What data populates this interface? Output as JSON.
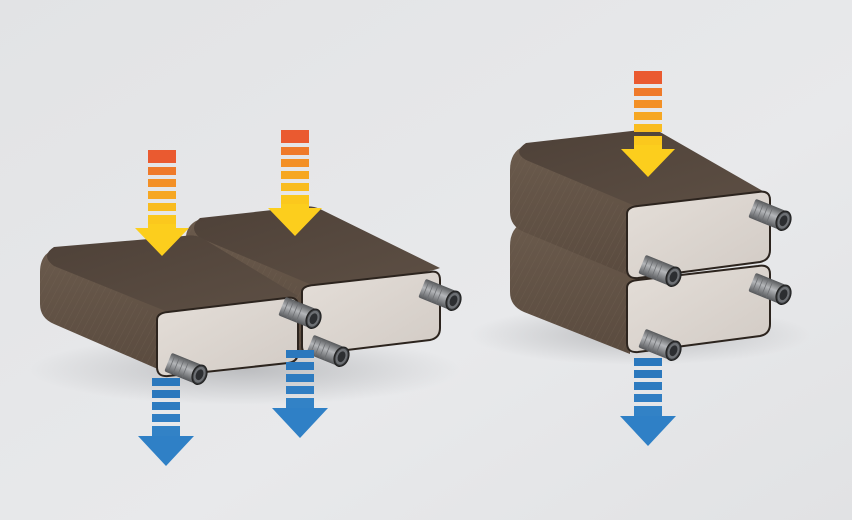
{
  "colors": {
    "background": "#e6e7e9",
    "plate_body": "#5e5044",
    "plate_top": "#5a4c41",
    "plate_face": "#ddd6d0",
    "port": "#8b8d90",
    "heat_in_start": "#ea5630",
    "heat_in_end": "#fcd21d",
    "coolant_out_start": "#2777bf",
    "coolant_out_end": "#3b8fd1"
  },
  "configurations": [
    {
      "name": "parallel",
      "plate_count": 2
    },
    {
      "name": "stacked",
      "plate_count": 2
    }
  ],
  "icons": [
    "heat-input-arrow-icon",
    "coolant-output-arrow-icon"
  ]
}
